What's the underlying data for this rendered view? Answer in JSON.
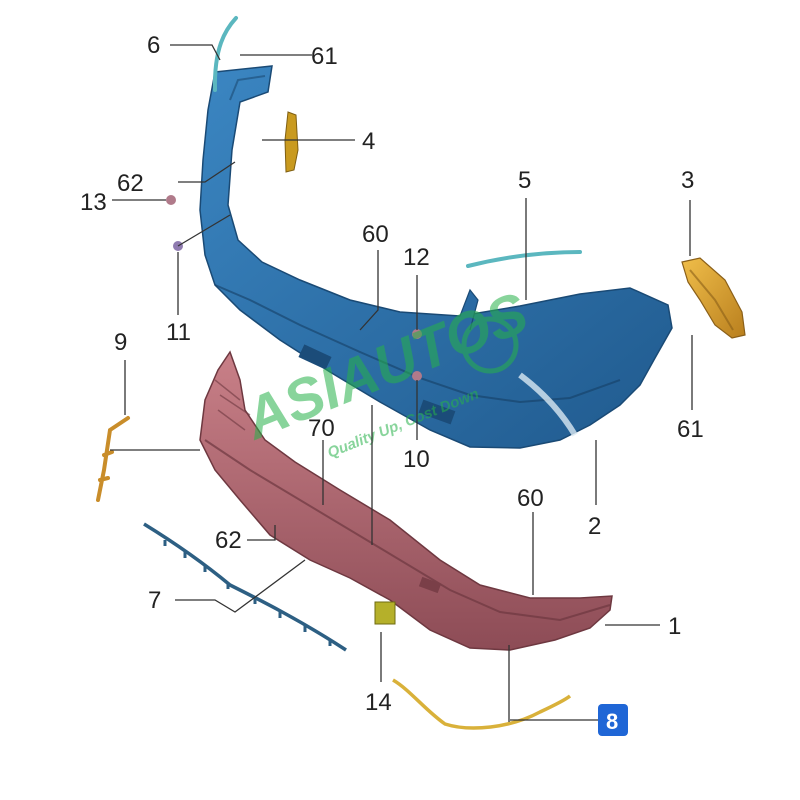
{
  "parts": {
    "front_upper_bumper_cover": {
      "label": "2",
      "color": "#2f74b0"
    },
    "front_lower_bumper_cover": {
      "label": "1",
      "color": "#b76a72"
    },
    "bracket_right": {
      "label": "3",
      "color": "#d9a12f"
    },
    "bracket_left_small": {
      "label": "4",
      "color": "#c99a1f"
    },
    "upper_trim_strip": {
      "label": "5",
      "color": "#5bb7bf"
    },
    "corner_strip": {
      "label": "6",
      "color": "#5bb7bf"
    },
    "lower_grille_strip": {
      "label": "7",
      "color": "#2d5f83"
    },
    "lower_lip_strip": {
      "label": "8",
      "color": "#d9b13a"
    },
    "side_bracket": {
      "label": "9",
      "color": "#c98d2a"
    },
    "clip_10": {
      "label": "10"
    },
    "clip_11": {
      "label": "11"
    },
    "clip_12": {
      "label": "12"
    },
    "clip_13": {
      "label": "13"
    },
    "clip_14": {
      "label": "14"
    },
    "screw_60_upper": {
      "label": "60"
    },
    "screw_60_lower": {
      "label": "60"
    },
    "screw_61_top": {
      "label": "61"
    },
    "screw_61_right": {
      "label": "61"
    },
    "screw_62_left": {
      "label": "62"
    },
    "screw_62_lower": {
      "label": "62"
    },
    "screw_70": {
      "label": "70"
    }
  },
  "highlight": {
    "label": "8",
    "color": "#1f66d6"
  },
  "watermark": {
    "brand": "ASIAUTOS",
    "tagline": "Quality Up, Cost Down",
    "color": "#27b24a"
  }
}
